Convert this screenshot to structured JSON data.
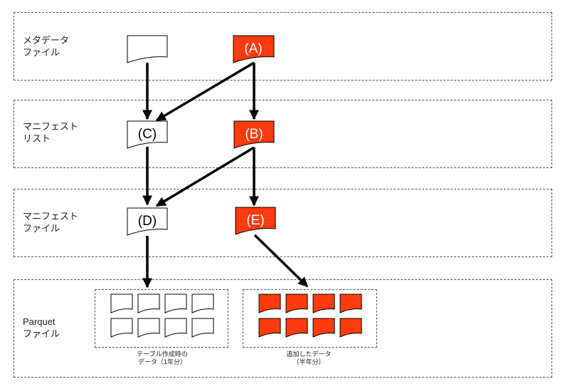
{
  "colors": {
    "accent": "#ff3b0f",
    "outline": "#000000",
    "border": "#555555"
  },
  "layers": [
    {
      "label": "メタデータ\nファイル"
    },
    {
      "label": "マニフェスト\nリスト"
    },
    {
      "label": "マニフェスト\nファイル"
    },
    {
      "label": "Parquet\nファイル"
    }
  ],
  "nodes": {
    "meta_old": "",
    "meta_new": "(A)",
    "list_old": "(C)",
    "list_new": "(B)",
    "manifest_old": "(D)",
    "manifest_new": "(E)"
  },
  "data_groups": {
    "original": {
      "caption": "テーブル作成時の\nデータ（1年分）",
      "file_count": 8
    },
    "added": {
      "caption": "追加したデータ\n（半年分）",
      "file_count": 8
    }
  }
}
